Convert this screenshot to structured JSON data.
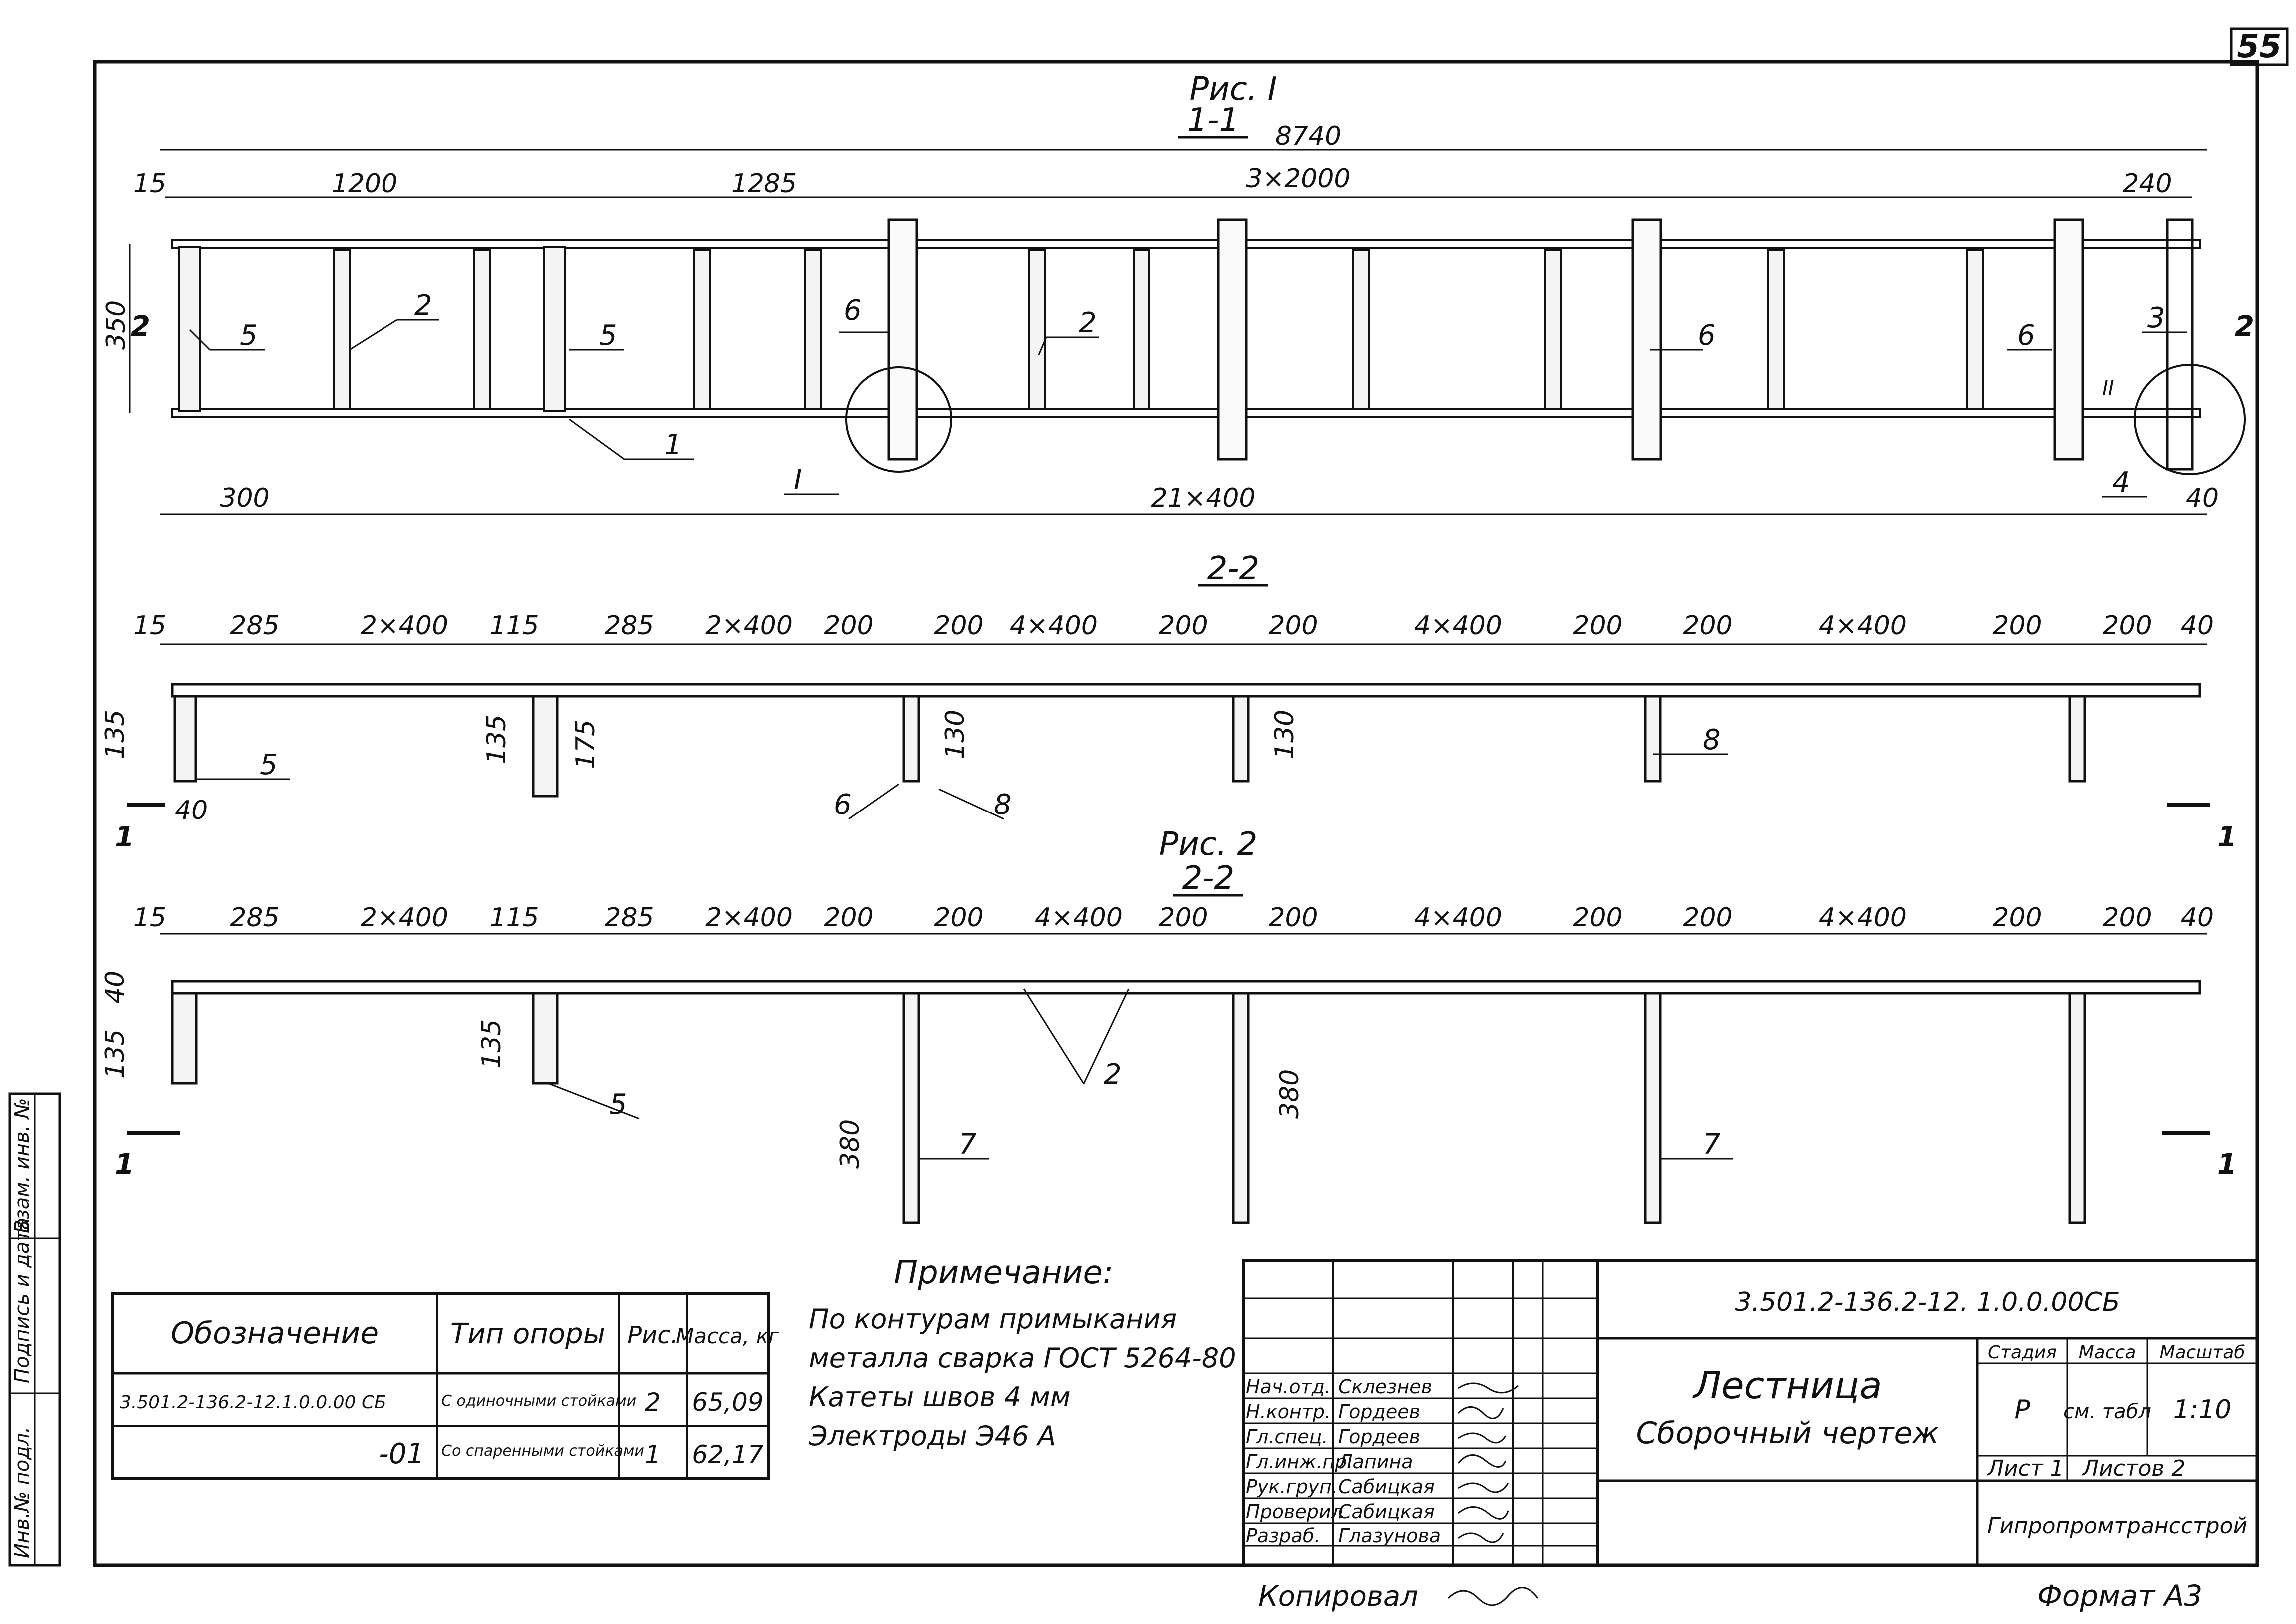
{
  "sheet_number": "55",
  "views": {
    "fig1_title": "Рис. I",
    "section_11": "1-1",
    "section_22_a": "2-2",
    "fig2_title": "Рис. 2",
    "section_22_b": "2-2"
  },
  "view1": {
    "dims_top": [
      "8740",
      "15",
      "1200",
      "1285",
      "3×2000",
      "240"
    ],
    "dims_bottom": [
      "300",
      "21×400",
      "40"
    ],
    "height": "350",
    "callouts": [
      "1",
      "2",
      "2",
      "3",
      "4",
      "5",
      "5",
      "6",
      "6",
      "6",
      "II",
      "I"
    ],
    "section_mark": "2"
  },
  "view2": {
    "dims_top": [
      "15",
      "285",
      "2×400",
      "115",
      "285",
      "2×400",
      "200",
      "200",
      "4×400",
      "200",
      "200",
      "4×400",
      "200",
      "200",
      "4×400",
      "200",
      "200",
      "40"
    ],
    "dims_side": [
      "135",
      "40",
      "135",
      "175",
      "130",
      "130"
    ],
    "callouts": [
      "5",
      "6",
      "8",
      "8"
    ],
    "section_mark": "1"
  },
  "view3": {
    "dims_top": [
      "15",
      "285",
      "2×400",
      "115",
      "285",
      "2×400",
      "200",
      "200",
      "4×400",
      "200",
      "200",
      "4×400",
      "200",
      "200",
      "4×400",
      "200",
      "200",
      "40"
    ],
    "dims_side": [
      "40",
      "135",
      "135",
      "380",
      "380"
    ],
    "callouts": [
      "5",
      "2",
      "7",
      "7"
    ],
    "section_mark": "1"
  },
  "notes": {
    "heading": "Примечание:",
    "lines": [
      "По контурам примыкания",
      "металла сварка  ГОСТ 5264-80",
      "Катеты  швов  4 мм",
      "Электроды  Э46 А"
    ]
  },
  "spec_table": {
    "headers": [
      "Обозначение",
      "Тип опоры",
      "Рис.",
      "Масса, кг"
    ],
    "rows": [
      [
        "3.501.2-136.2-12.1.0.0.00 СБ",
        "С одиночными стойками",
        "2",
        "65,09"
      ],
      [
        "-01",
        "Со спаренными стойками",
        "1",
        "62,17"
      ]
    ]
  },
  "title_block": {
    "code": "3.501.2-136.2-12.  1.0.0.00СБ",
    "title": "Лестница",
    "subtitle": "Сборочный  чертеж",
    "stage_header": "Стадия",
    "mass_header": "Масса",
    "scale_header": "Масштаб",
    "stage": "Р",
    "mass": "см. табл",
    "scale": "1:10",
    "sheet": "Лист 1",
    "sheets": "Листов 2",
    "org": "Гипропромтрансстрой",
    "roles": [
      "Нач.отд.",
      "Н.контр.",
      "Гл.спец.",
      "Гл.инж.пр.",
      "Рук.груп.",
      "Проверил",
      "Разраб."
    ],
    "names": [
      "Склезнев",
      "Гордеев",
      "Гордеев",
      "Лапина",
      "Сабицкая",
      "Сабицкая",
      "Глазунова"
    ]
  },
  "side_stamp": [
    "Инв.№ подл.",
    "Подпись и дата",
    "Взам. инв. №"
  ],
  "footer": {
    "copied": "Копировал",
    "format": "Формат А3"
  }
}
